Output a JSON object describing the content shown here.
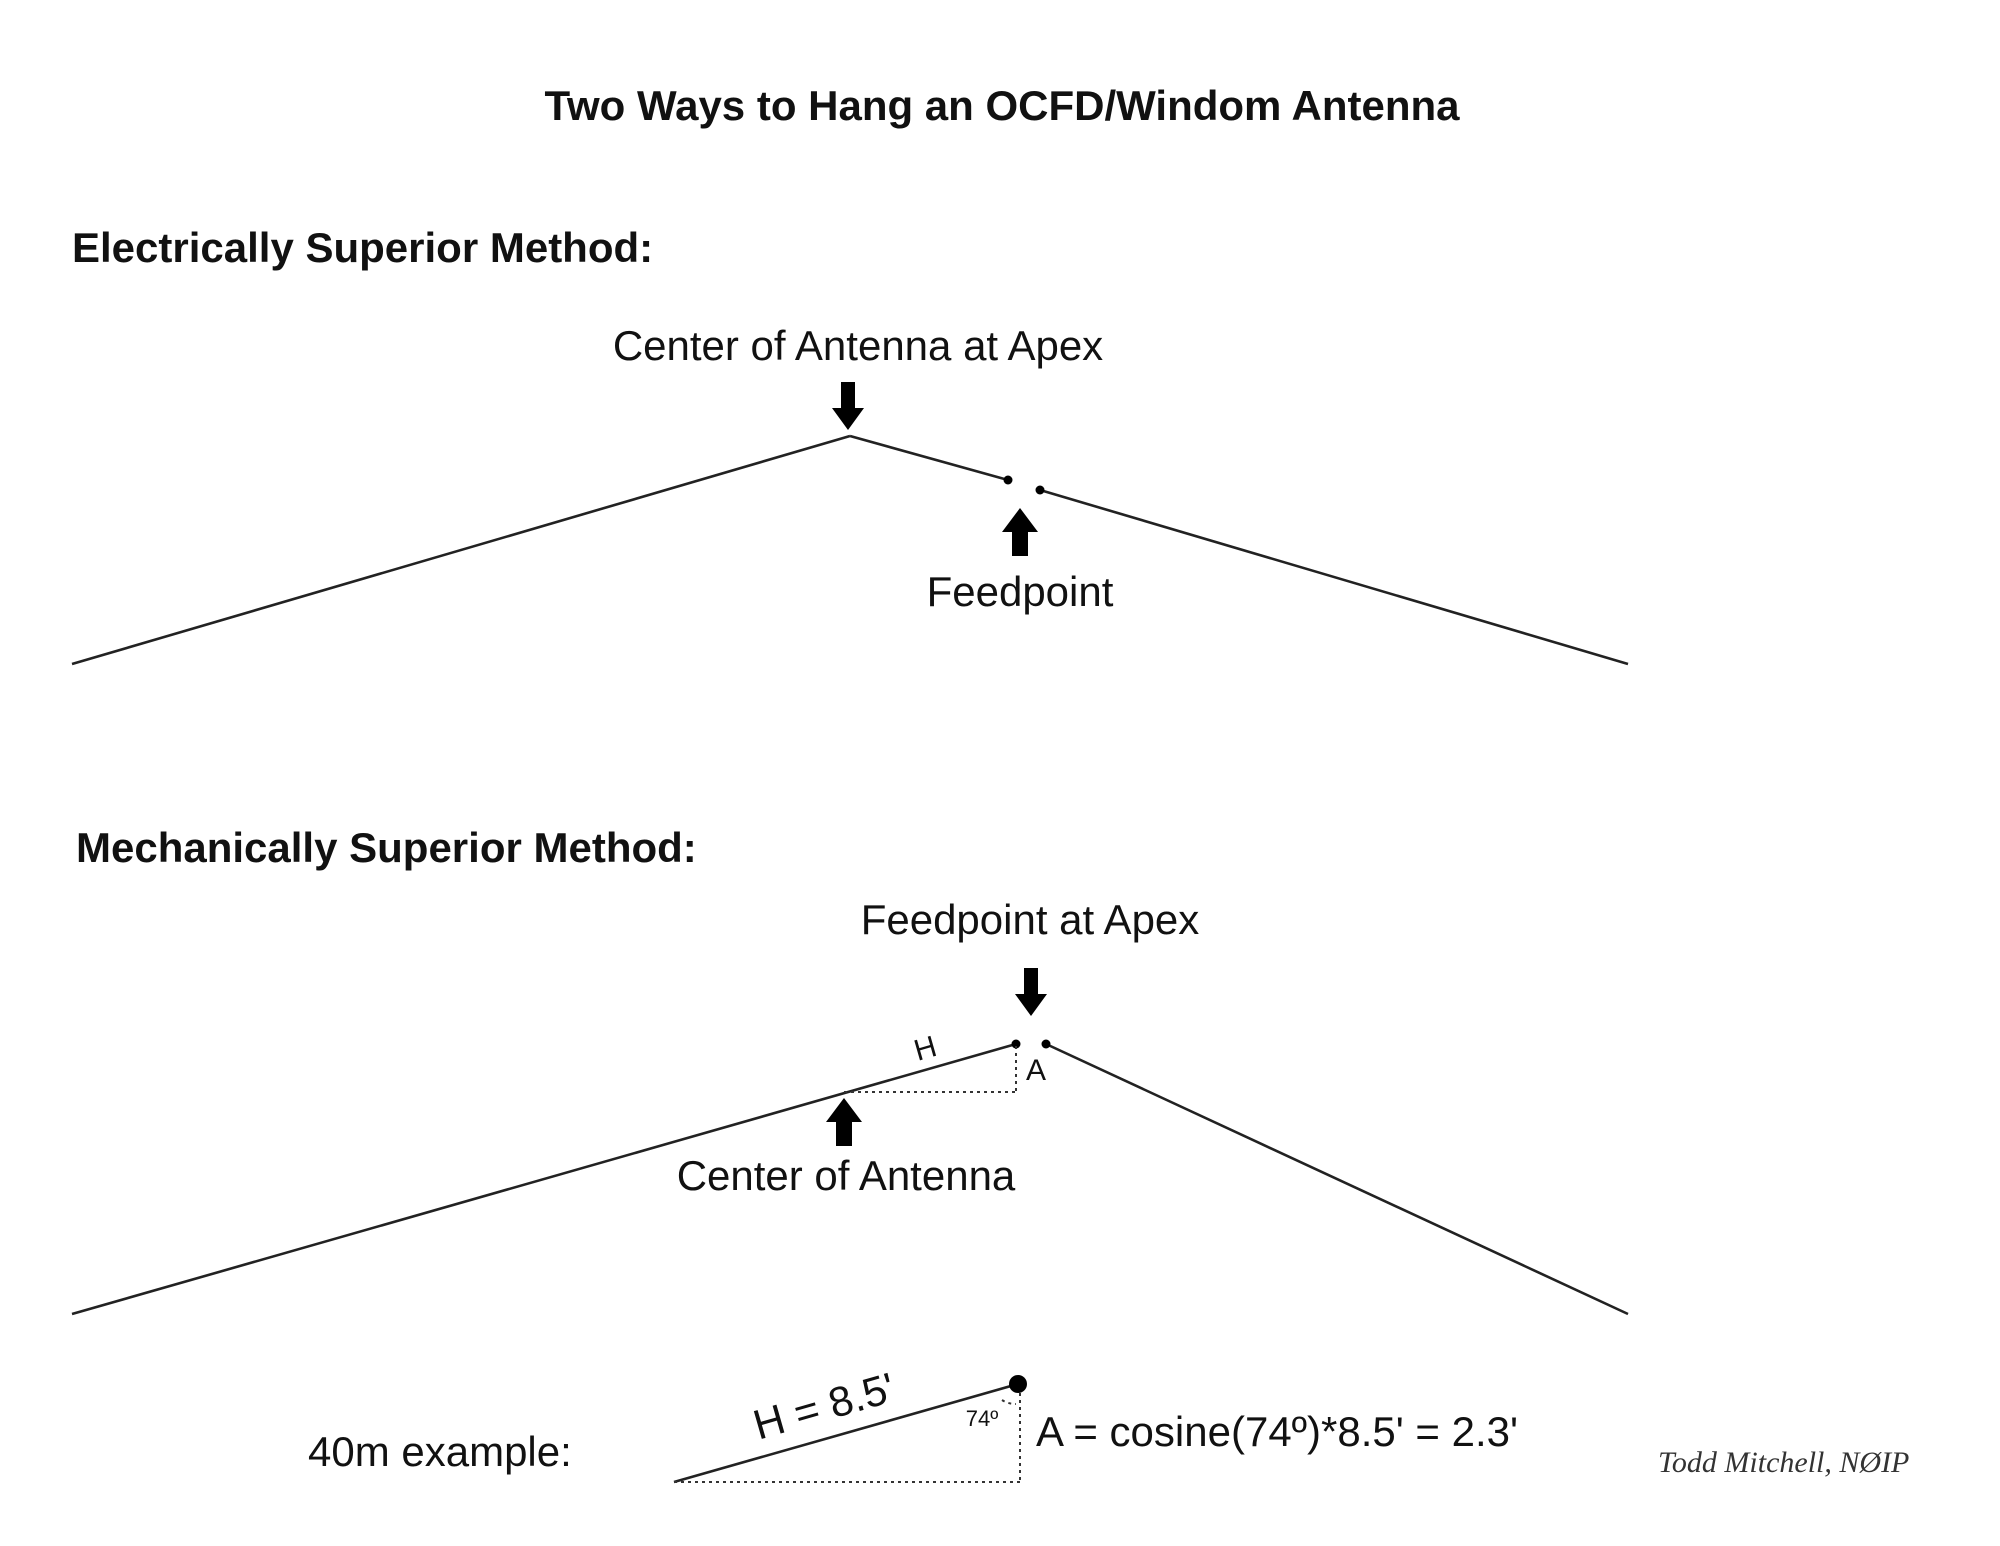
{
  "title": "Two Ways to Hang an OCFD/Windom Antenna",
  "electrical": {
    "heading": "Electrically Superior Method:",
    "apex_label": "Center of Antenna at Apex",
    "feed_label": "Feedpoint"
  },
  "mechanical": {
    "heading": "Mechanically Superior Method:",
    "apex_label": "Feedpoint at Apex",
    "center_label": "Center of Antenna",
    "h_label": "H",
    "a_label": "A"
  },
  "example": {
    "label": "40m example:",
    "h_value": "H = 8.5'",
    "angle": "74º",
    "formula": "A = cosine(74º)*8.5' = 2.3'"
  },
  "credit": "Todd Mitchell, NØIP"
}
